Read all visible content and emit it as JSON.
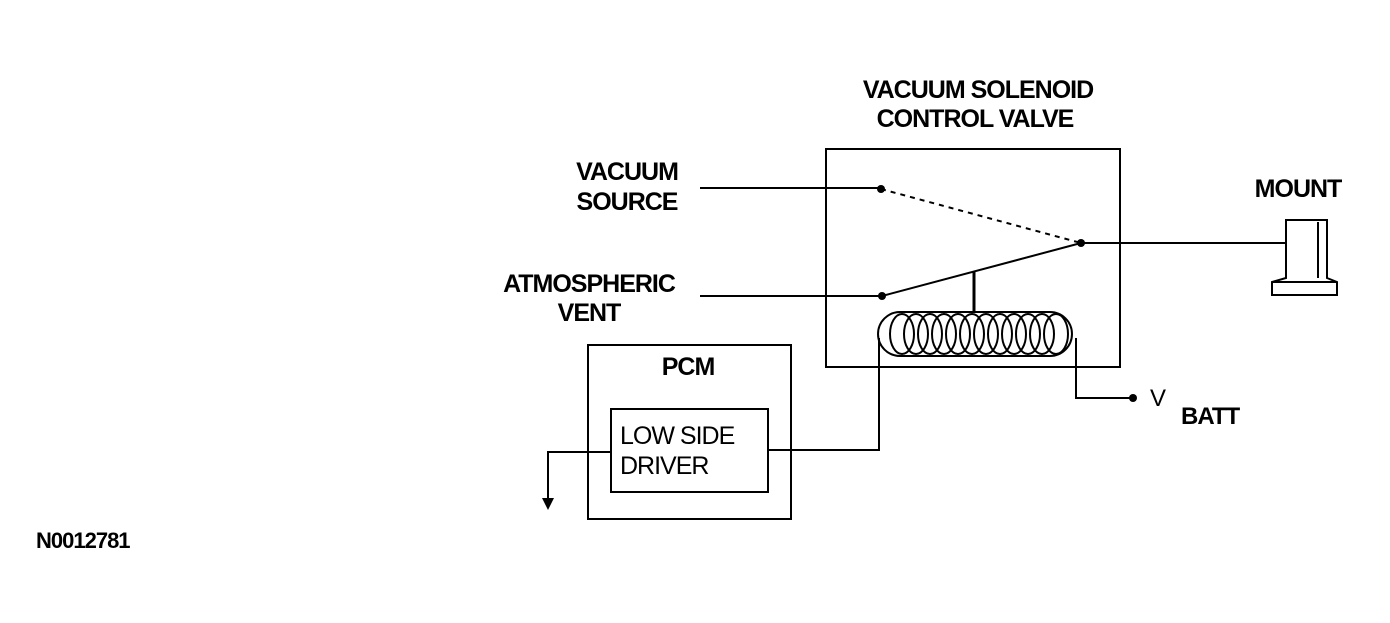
{
  "labels": {
    "valve_title_line1": "VACUUM SOLENOID",
    "valve_title_line2": "CONTROL VALVE",
    "vacuum_source_line1": "VACUUM",
    "vacuum_source_line2": "SOURCE",
    "atmospheric_vent_line1": "ATMOSPHERIC",
    "atmospheric_vent_line2": "VENT",
    "mount": "MOUNT",
    "pcm": "PCM",
    "low_side_driver_line1": "LOW SIDE",
    "low_side_driver_line2": "DRIVER",
    "v_batt_v": "V",
    "v_batt_sub": "BATT",
    "figure_id": "N0012781"
  }
}
